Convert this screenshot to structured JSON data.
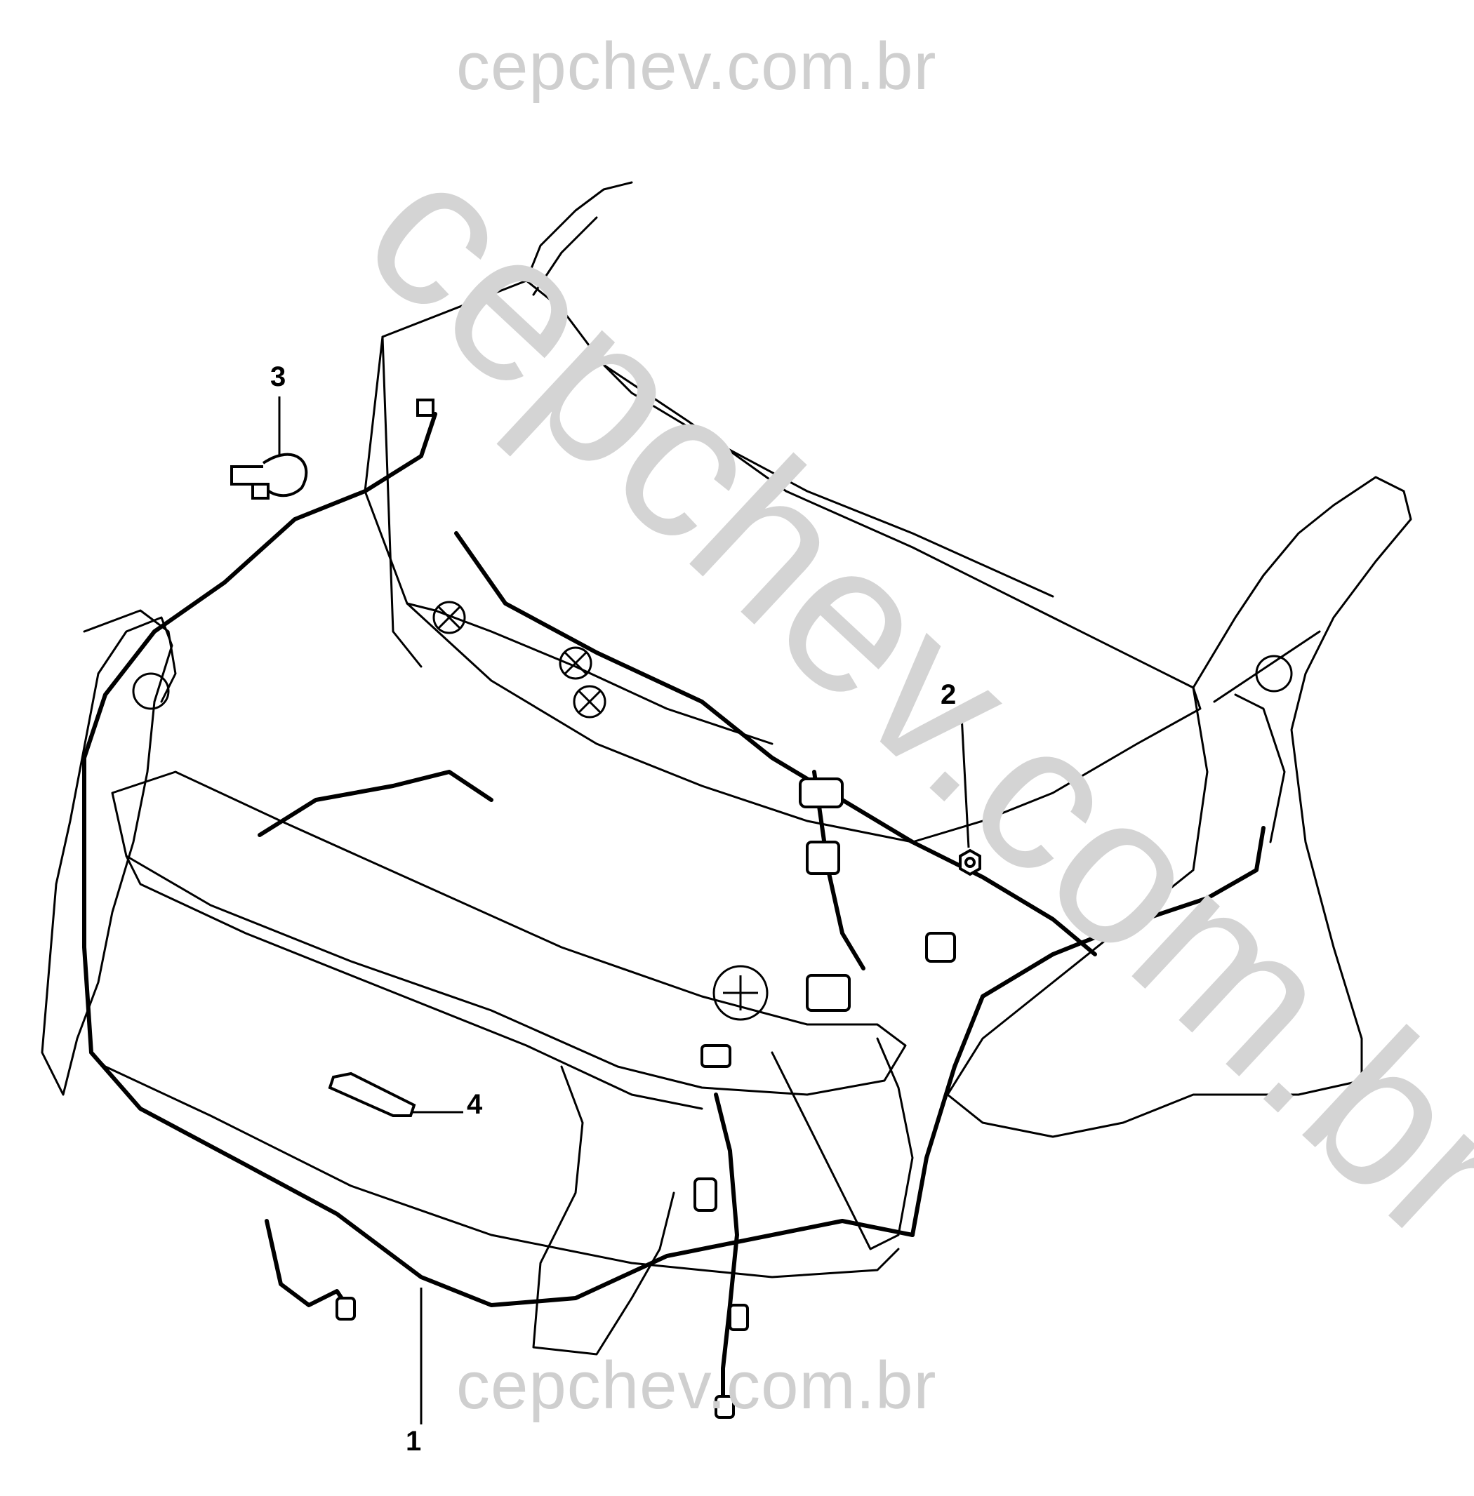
{
  "watermark": {
    "top": "cepchev.com.br",
    "diagonal": "cepchev.com.br",
    "bottom": "cepchev.com.br"
  },
  "callouts": [
    {
      "id": "1",
      "label": "1"
    },
    {
      "id": "2",
      "label": "2"
    },
    {
      "id": "3",
      "label": "3"
    },
    {
      "id": "4",
      "label": "4"
    }
  ],
  "colors": {
    "line": "#000000",
    "watermark": "#cfcfcf",
    "background": "#ffffff"
  }
}
